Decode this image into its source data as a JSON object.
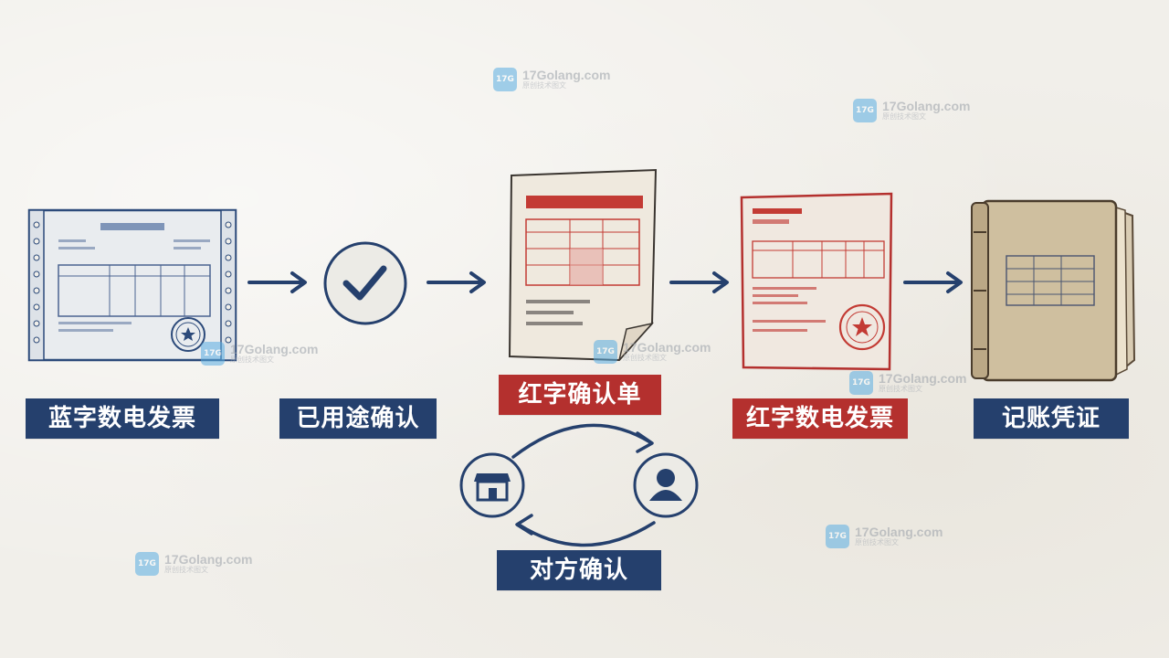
{
  "steps": [
    {
      "label": "蓝字数电发票",
      "color": "#25406d"
    },
    {
      "label": "已用途确认",
      "color": "#25406d"
    },
    {
      "label": "红字确认单",
      "color": "#b4302e"
    },
    {
      "label": "红字数电发票",
      "color": "#b4302e"
    },
    {
      "label": "记账凭证",
      "color": "#25406d"
    }
  ],
  "confirmation": {
    "label": "对方确认",
    "color": "#25406d"
  },
  "watermark": {
    "site": "17Golang.com",
    "tagline": "原创技术图文"
  },
  "colors": {
    "navy": "#25406d",
    "red": "#b4302e",
    "background": "#f1efea"
  }
}
